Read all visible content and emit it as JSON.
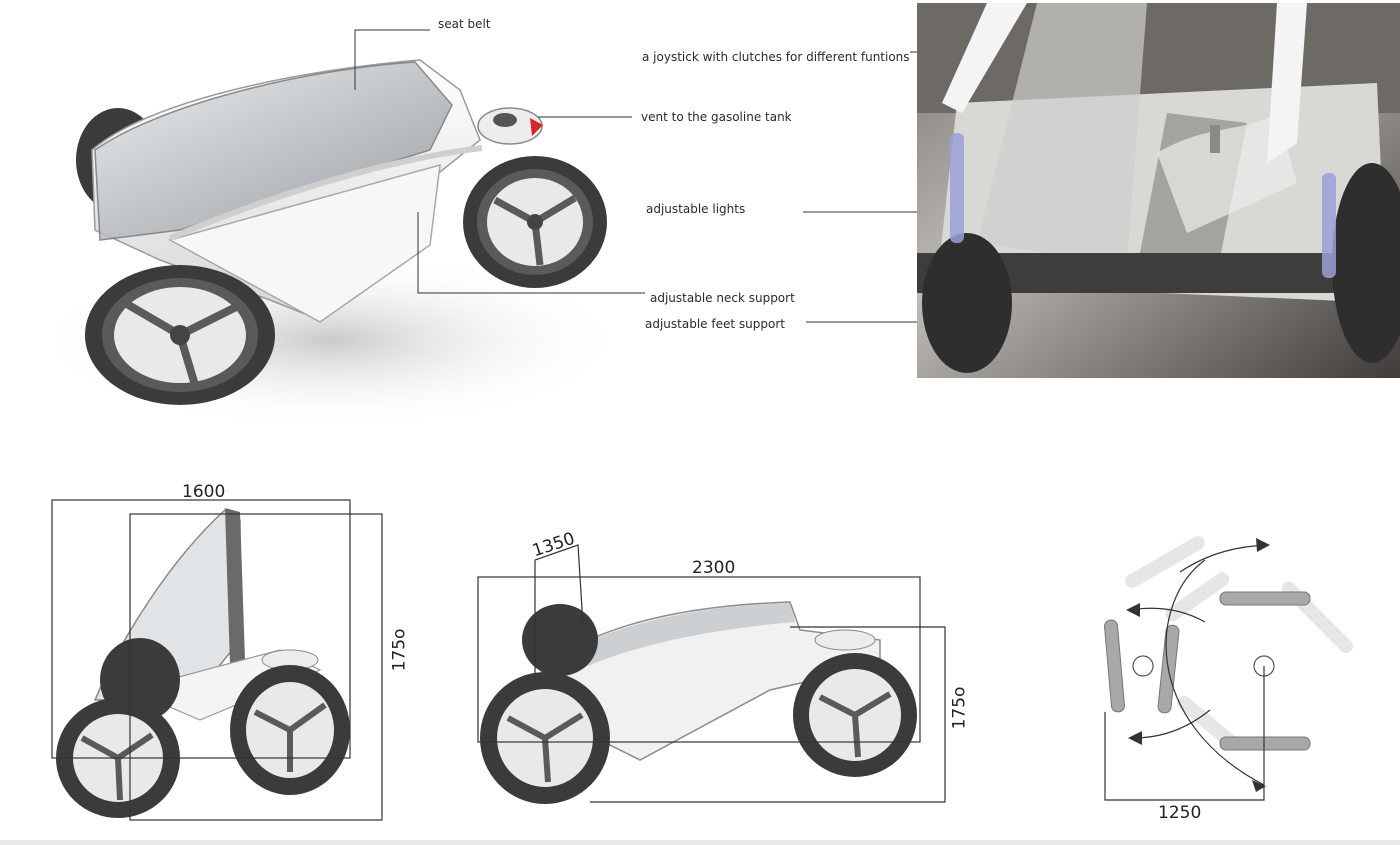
{
  "callouts": {
    "seat_belt": "seat belt",
    "joystick": "a joystick with clutches for different funtions",
    "vent": "vent to the gasoline tank",
    "lights": "adjustable lights",
    "neck_support": "adjustable neck support",
    "feet_support": "adjustable feet support"
  },
  "dimensions": {
    "front_width": "1600",
    "front_height": "175o",
    "side_seat": "1350",
    "side_length": "2300",
    "side_height": "175o",
    "turn_radius": "1250"
  },
  "colors": {
    "body": "#f2f2f2",
    "tire": "#3b3b3b",
    "rim": "#5a5a5a",
    "accent": "#d6252b",
    "glass": "#cfd3d6"
  }
}
